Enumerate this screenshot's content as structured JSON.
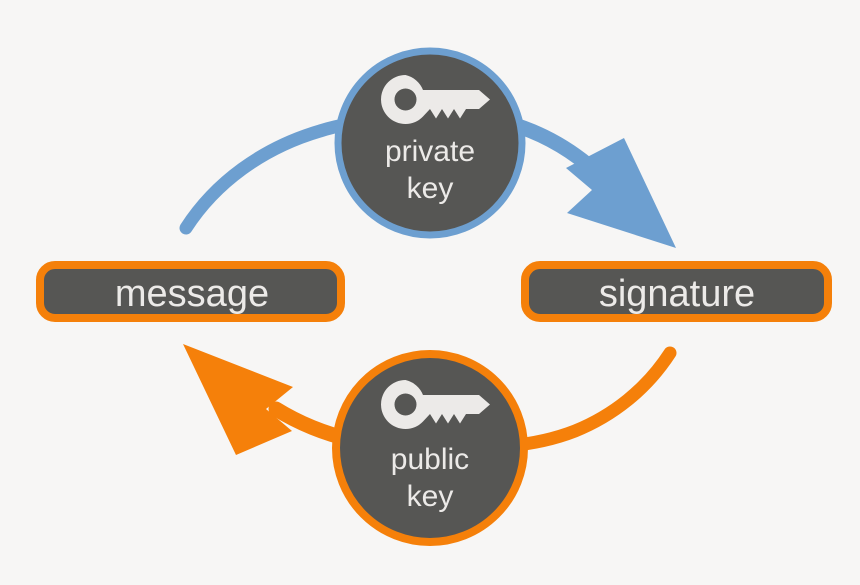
{
  "diagram": {
    "title": "digital-signature-flow",
    "background_color": "#f7f6f5",
    "palette": {
      "node_fill": "#565654",
      "blue_accent": "#6d9fd0",
      "orange_accent": "#f5800a",
      "label_text": "#eceae8"
    },
    "nodes": {
      "private_key": {
        "label_line1": "private",
        "label_line2": "key",
        "icon": "key-icon",
        "shape": "circle",
        "accent": "#6d9fd0"
      },
      "public_key": {
        "label_line1": "public",
        "label_line2": "key",
        "icon": "key-icon",
        "shape": "circle",
        "accent": "#f5800a"
      },
      "message": {
        "label": "message",
        "shape": "rounded-rectangle",
        "accent": "#f5800a"
      },
      "signature": {
        "label": "signature",
        "shape": "rounded-rectangle",
        "accent": "#f5800a"
      }
    },
    "arrows": [
      {
        "name": "sign-arrow",
        "from": "message",
        "to": "signature",
        "via": "private_key",
        "color": "#6d9fd0",
        "direction": "left-to-right"
      },
      {
        "name": "verify-arrow",
        "from": "signature",
        "to": "message",
        "via": "public_key",
        "color": "#f5800a",
        "direction": "right-to-left"
      }
    ]
  }
}
